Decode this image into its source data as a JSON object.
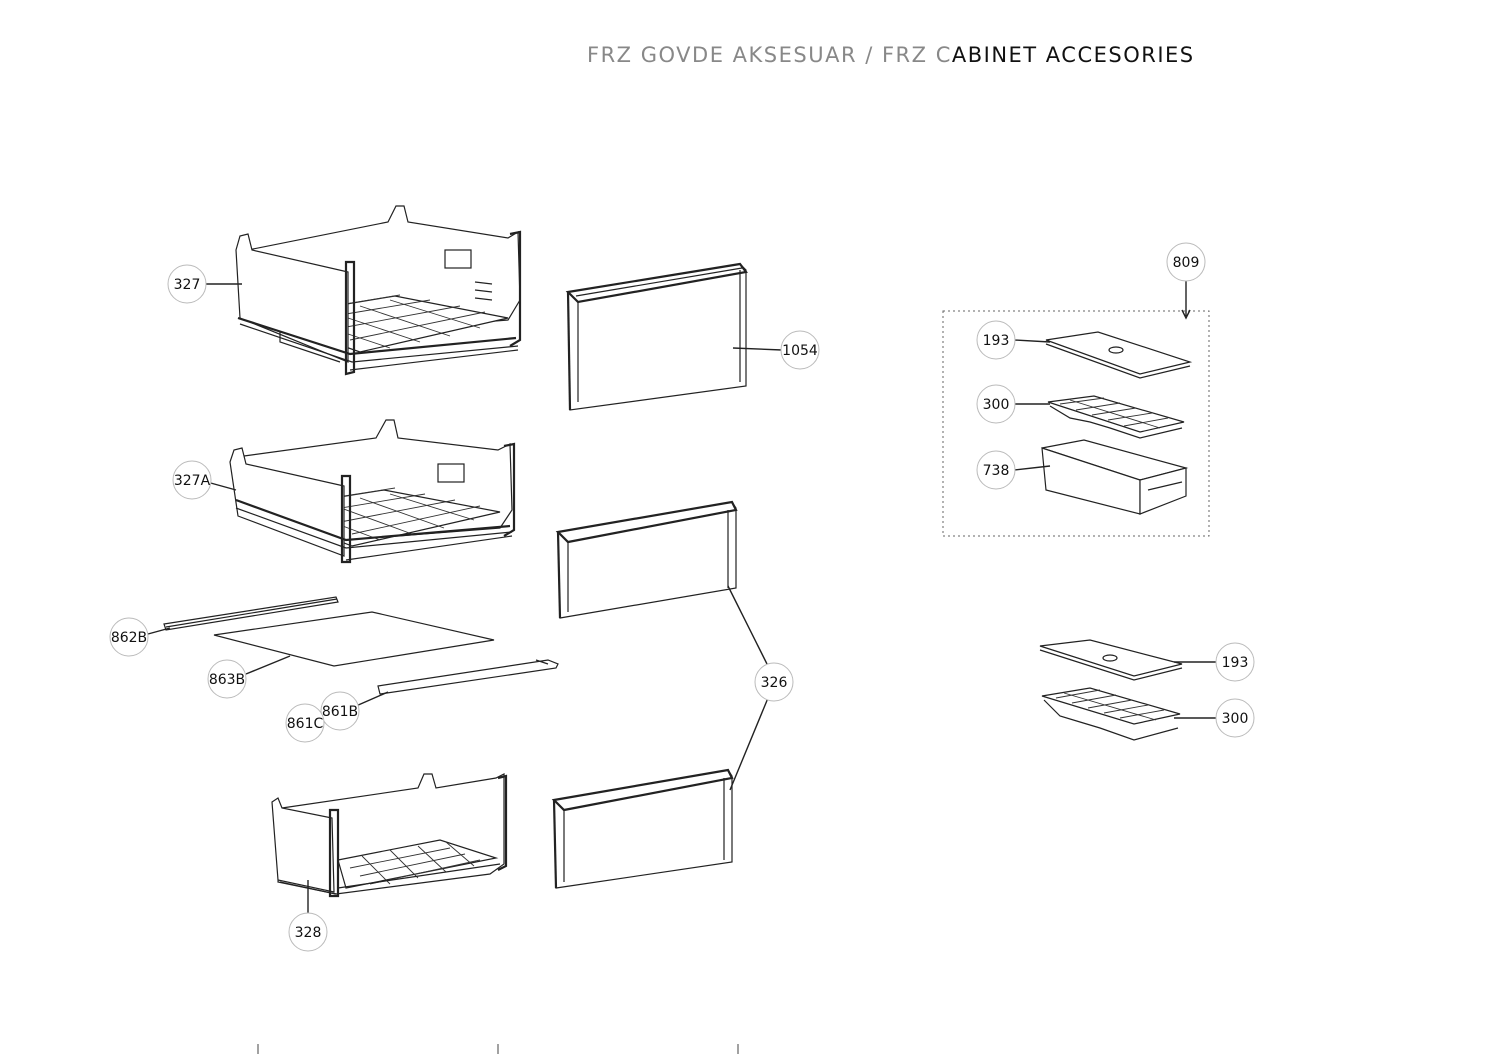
{
  "title": {
    "part1": "FRZ GOVDE AKSESUAR / FRZ C",
    "part2": "ABINET ACCESORIES",
    "color_light": "#888888",
    "color_dark": "#111111"
  },
  "callouts": [
    {
      "id": "c327",
      "label": "327"
    },
    {
      "id": "c327a",
      "label": "327A"
    },
    {
      "id": "c1054",
      "label": "1054"
    },
    {
      "id": "c862b",
      "label": "862B"
    },
    {
      "id": "c863b",
      "label": "863B"
    },
    {
      "id": "c861b",
      "label": "861B"
    },
    {
      "id": "c861c",
      "label": "861C"
    },
    {
      "id": "c326",
      "label": "326"
    },
    {
      "id": "c328",
      "label": "328"
    },
    {
      "id": "c809",
      "label": "809"
    },
    {
      "id": "c193a",
      "label": "193"
    },
    {
      "id": "c300a",
      "label": "300"
    },
    {
      "id": "c738",
      "label": "738"
    },
    {
      "id": "c193b",
      "label": "193"
    },
    {
      "id": "c300b",
      "label": "300"
    }
  ]
}
